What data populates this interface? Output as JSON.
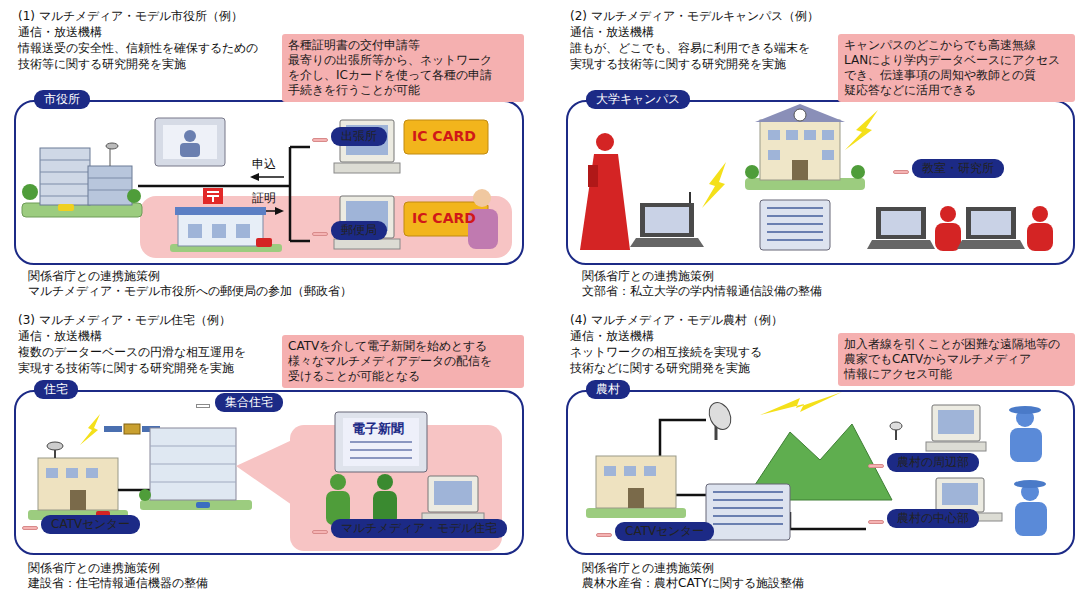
{
  "diagram": {
    "nodes": [
      {
        "text": [
          "各種証明書の交付申請等",
          "最寄りの出張所等から、ネットワーク を介し、ICカードを使って各種の申請 手続きを行うことが可能"
        ]
      },
      {
        "text": [
          "市役所"
        ]
      },
      {
        "text": [
          "出張所"
        ],
        "in": 1
      },
      {
        "text": [
          "郵便局"
        ],
        "in": 1
      },
      {
        "text": [
          "キャンパスのどこからでも高速無線 LANにより学内データベースにアクセス でき、伝達事項の周知や教師との質 疑応答などに活用できる"
        ]
      },
      {
        "text": [
          "大学キャンパス"
        ]
      },
      {
        "text": [
          "教室・研究所"
        ],
        "in": 5
      },
      {
        "text": [
          "CATVを介して電子新聞を始めとする 様々なマルチメディアデータの配信を 受けることが可能となる"
        ]
      },
      {
        "text": [
          "住宅"
        ]
      },
      {
        "text": [
          "集合住宅"
        ],
        "in": 8
      },
      {
        "text": [
          "CATVセンター"
        ],
        "in": 8
      },
      {
        "text": [
          "マルチメディア・モデル住宅"
        ],
        "in": 8
      },
      {
        "text": [
          "加入者線を引くことが困難な遠隔地等の 農家でもCATVからマルチメディア 情報にアクセス可能"
        ]
      },
      {
        "text": [
          "農村"
        ]
      },
      {
        "text": [
          "農村の周辺部"
        ],
        "in": 13
      },
      {
        "text": [
          "農村の中心部"
        ],
        "in": 13
      },
      {
        "text": [
          "CATVセンター"
        ],
        "in": 13
      }
    ],
    "labels": [
      "(1) マルチメディア・モデル市役所（例）",
      "通信・放送機構",
      "情報送受の安全性、信頼性を確保するための 技術等に関する研究開発を実施",
      "申込",
      "証明",
      "IC CARD",
      "IC CARD",
      "関係省庁との連携施策例",
      "マルチメディア・モデル市役所への郵便局の参加（郵政省）",
      "(2) マルチメディア・モデルキャンパス（例）",
      "通信・放送機構",
      "誰もが、どこでも、容易に利用できる端末を 実現する技術等に関する研究開発を実施",
      "関係省庁との連携施策例",
      "文部省：私立大学の学内情報通信設備の整備",
      "(3) マルチメディア・モデル住宅（例）",
      "通信・放送機構",
      "複数のデーターベースの円滑な相互運用を 実現する技術等に関する研究開発を実施",
      "電子新聞",
      "関係省庁との連携施策例",
      "建設省：住宅情報通信機器の整備",
      "(4) マルチメディア・モデル農村（例）",
      "通信・放送機構",
      "ネットワークの相互接続を実現する 技術などに関する研究開発を実施",
      "関係省庁との連携施策例",
      "農林水産省：農村CATYに関する施設整備"
    ]
  }
}
